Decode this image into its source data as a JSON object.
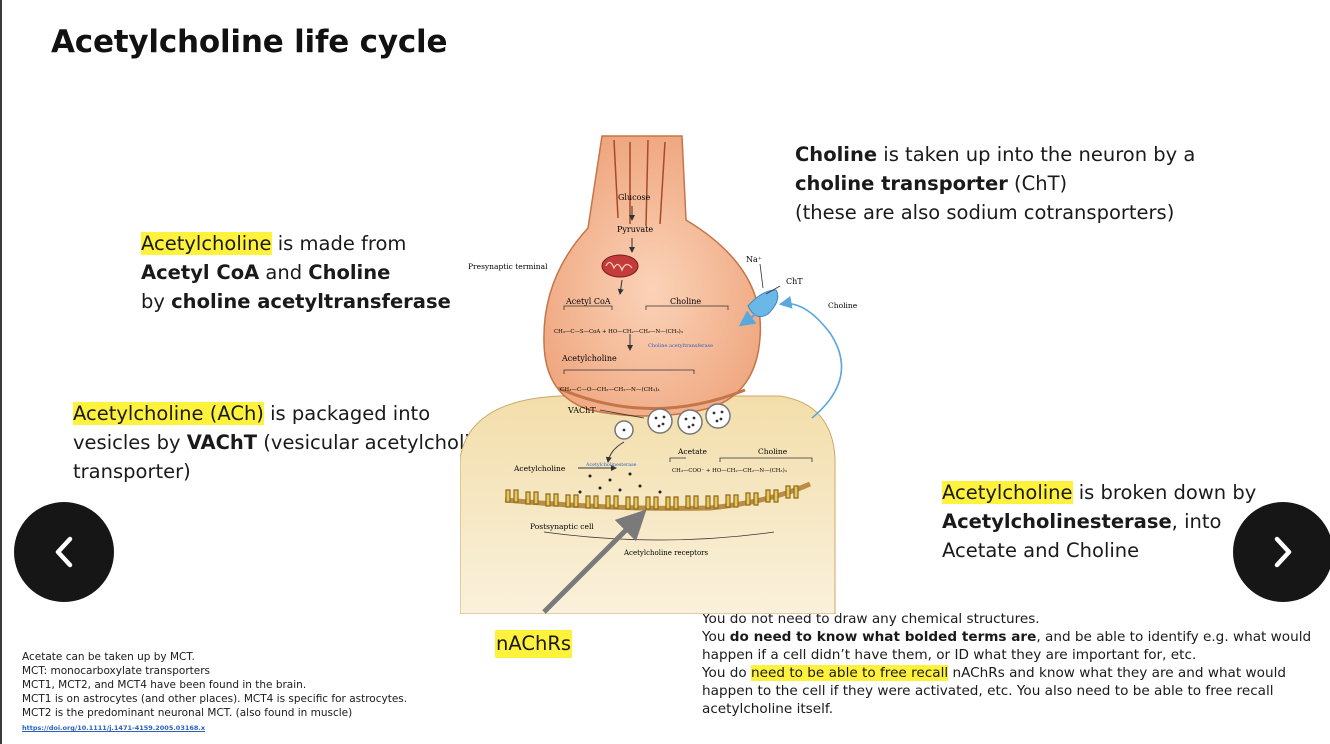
{
  "slide": {
    "title": "Acetylcholine life cycle"
  },
  "blocks": {
    "choline_uptake": {
      "bold1": "Choline",
      "text1": " is taken up into the neuron by a",
      "bold2": "choline transporter",
      "text2": " (ChT)",
      "line3": "(these are also sodium cotransporters)"
    },
    "synthesis": {
      "hl": "Acetylcholine",
      "text1": " is made from",
      "bold1": "Acetyl CoA",
      "text2": " and ",
      "bold2": "Choline",
      "text3": "by ",
      "bold3": "choline acetyltransferase"
    },
    "packaging": {
      "hl": "Acetylcholine (ACh)",
      "text1": " is packaged into",
      "text2": "vesicles by ",
      "bold1": "VAChT",
      "text3": " (vesicular acetylcholine",
      "text4": "transporter)"
    },
    "breakdown": {
      "hl": "Acetylcholine",
      "text1": " is broken down by",
      "bold1": "Acetylcholinesterase",
      "text2": ", into",
      "text3": "Acetate and Choline"
    },
    "mct": {
      "lines": [
        "Acetate can be taken up by MCT.",
        "MCT: monocarboxylate transporters",
        "MCT1, MCT2, and MCT4 have been found in the brain.",
        "MCT1 is on astrocytes (and other places).  MCT4 is specific for astrocytes.",
        "MCT2 is the predominant neuronal MCT. (also found in  muscle)"
      ],
      "doi": "https://doi.org/10.1111/j.1471-4159.2005.03168.x"
    },
    "notes": {
      "line1": "You do not need to draw any chemical structures.",
      "l2a": "You ",
      "l2b": "do need to know what bolded terms are",
      "l2c": ", and be able to identify e.g. what would",
      "line3": "happen if a cell didn’t have them, or ID what they are important for, etc.",
      "l4a": "You do ",
      "l4b": "need to be able to free recall",
      "l4c": " nAChRs and know what they are and what would",
      "line5": "happen to the cell if they were activated, etc.  You also need to be able to free recall",
      "line6": "acetylcholine itself."
    },
    "nachrs_label": "nAChRs"
  },
  "diagram": {
    "labels": {
      "glucose": "Glucose",
      "pyruvate": "Pyruvate",
      "presynaptic": "Presynaptic terminal",
      "acetyl_coa": "Acetyl CoA",
      "choline": "Choline",
      "choline_out": "Choline",
      "enzyme": "Choline acetyltransferase",
      "acetylcholine": "Acetylcholine",
      "vacht": "VAChT",
      "na": "Na⁺",
      "cht": "ChT",
      "cleft_ach": "Acetylcholine",
      "ache": "Acetylcholinesterase",
      "acetate": "Acetate",
      "cleft_choline": "Choline",
      "postsynaptic": "Postsynaptic cell",
      "receptors": "Acetylcholine receptors",
      "formula1": "CH₃—C—S—CoA  +  HO—CH₂—CH₂—N—(CH₃)₃",
      "formula2": "CH₃—C—O—CH₂—CH₂—N—(CH₃)₃",
      "formula3": "CH₃—COO⁻ + HO—CH₂—CH₂—N—(CH₃)₃"
    }
  },
  "nav": {
    "prev": "‹",
    "next": "›"
  },
  "colors": {
    "highlight": "#fff23c",
    "terminal": "#f2b08a",
    "postsynaptic": "#f5e2b0",
    "nav": "#161616",
    "arrow": "#7a7a7a",
    "chtarrow": "#5aa8dc"
  }
}
